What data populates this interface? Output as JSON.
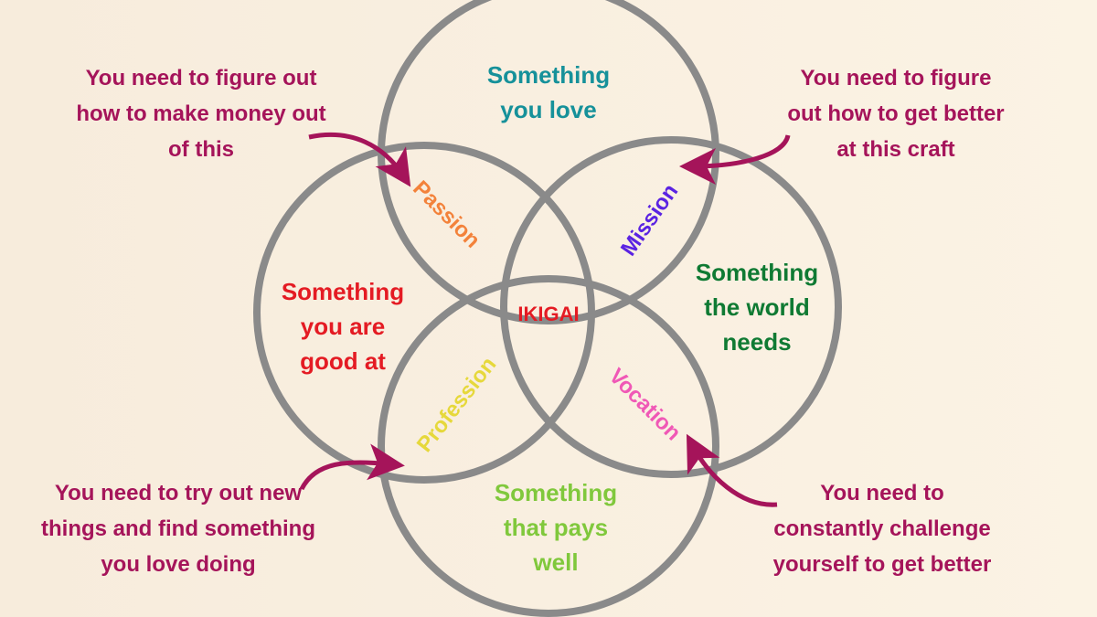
{
  "colors": {
    "circle_stroke": "#8a8a8a",
    "background": "#f8eedd",
    "note_text": "#a5145a",
    "arrow": "#a5145a",
    "love": "#16919a",
    "good_at": "#e41b23",
    "world_needs": "#0f7a33",
    "pays_well": "#80c83c",
    "passion": "#f3823b",
    "mission": "#5b23e2",
    "profession": "#e6d83b",
    "vocation": "#f058b6",
    "ikigai": "#e41b23"
  },
  "circles": {
    "love": [
      "Something",
      "you love"
    ],
    "good_at": [
      "Something",
      "you are",
      "good at"
    ],
    "world_needs": [
      "Something",
      "the world",
      "needs"
    ],
    "pays_well": [
      "Something",
      "that pays",
      "well"
    ]
  },
  "overlaps": {
    "passion": "Passion",
    "mission": "Mission",
    "profession": "Profession",
    "vocation": "Vocation",
    "center": "IKIGAI"
  },
  "notes": {
    "top_left": [
      "You need to figure out",
      "how to make money out",
      "of this"
    ],
    "top_right": [
      "You need to figure",
      "out how to get better",
      "at this craft"
    ],
    "bottom_left": [
      "You need to try out new",
      "things and find something",
      "you love doing"
    ],
    "bottom_right": [
      "You need to",
      "constantly challenge",
      "yourself to get better"
    ]
  }
}
